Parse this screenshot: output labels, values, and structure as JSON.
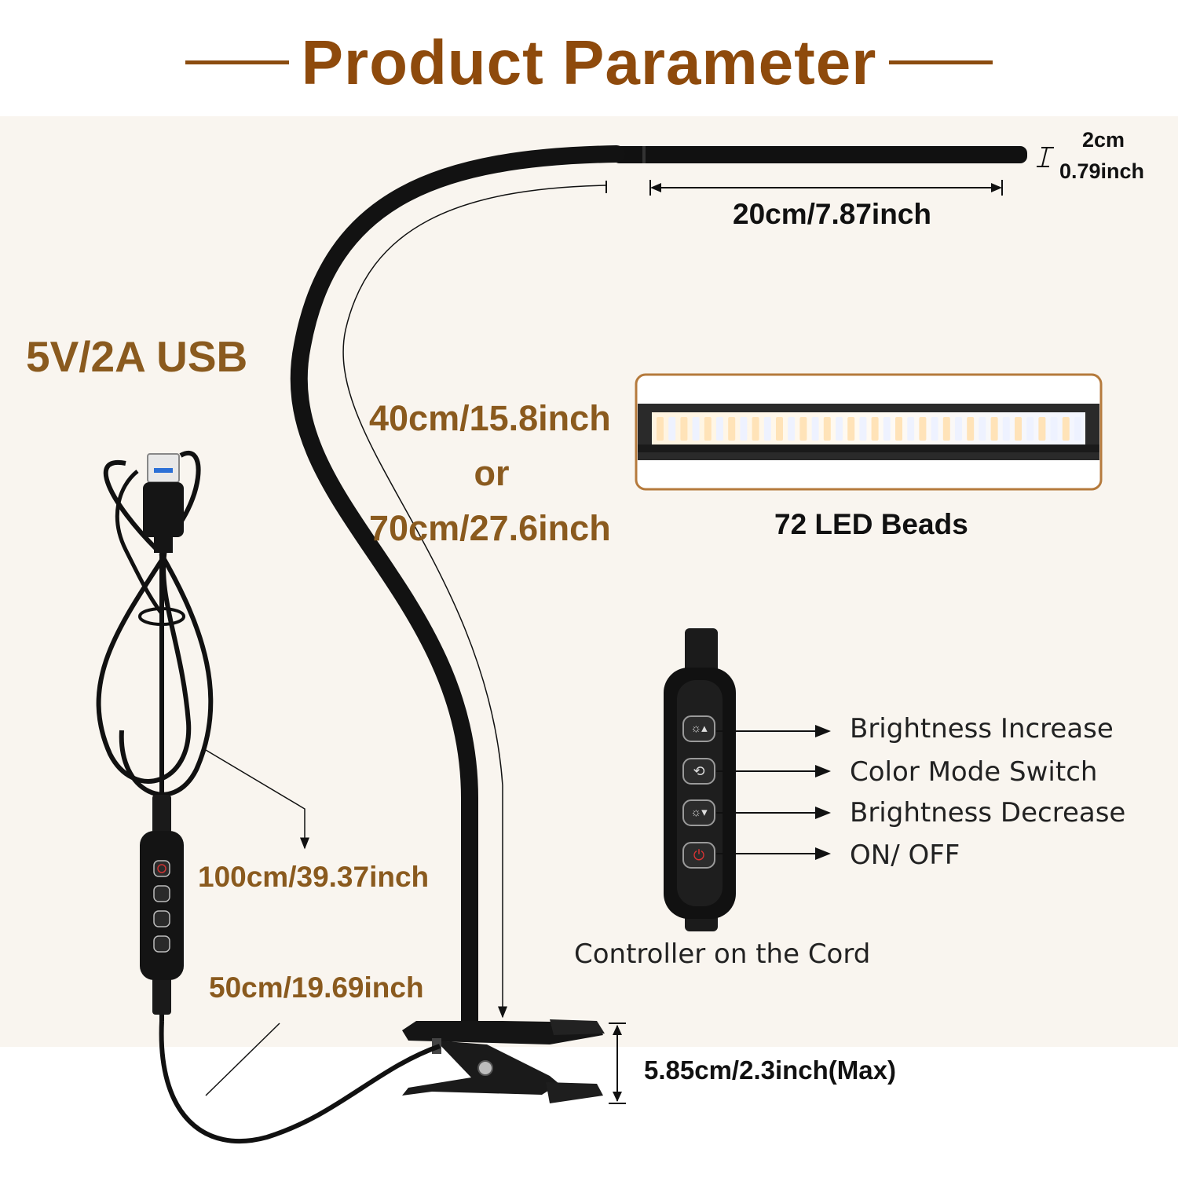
{
  "header": {
    "title": "Product Parameter"
  },
  "power": {
    "label": "5V/2A USB"
  },
  "dimensions": {
    "head_thickness_cm": "2cm",
    "head_thickness_in": "0.79inch",
    "head_length": "20cm/7.87inch",
    "neck_length_short": "40cm/15.8inch",
    "neck_or": "or",
    "neck_length_long": "70cm/27.6inch",
    "cord_length": "100cm/39.37inch",
    "cord_to_controller": "50cm/19.69inch",
    "clamp_opening": "5.85cm/2.3inch(Max)"
  },
  "led": {
    "label": "72 LED Beads"
  },
  "controller": {
    "caption": "Controller on the Cord",
    "buttons": [
      {
        "label": "Brightness Increase",
        "icon": "sun-up-icon"
      },
      {
        "label": "Color Mode Switch",
        "icon": "color-cycle-icon"
      },
      {
        "label": "Brightness Decrease",
        "icon": "sun-down-icon"
      },
      {
        "label": "ON/ OFF",
        "icon": "power-icon"
      }
    ]
  },
  "colors": {
    "title": "#8e4a0c",
    "accent_text": "#8a5a1e",
    "frame": "#b57a3c",
    "panel": "#f9f5ef"
  }
}
